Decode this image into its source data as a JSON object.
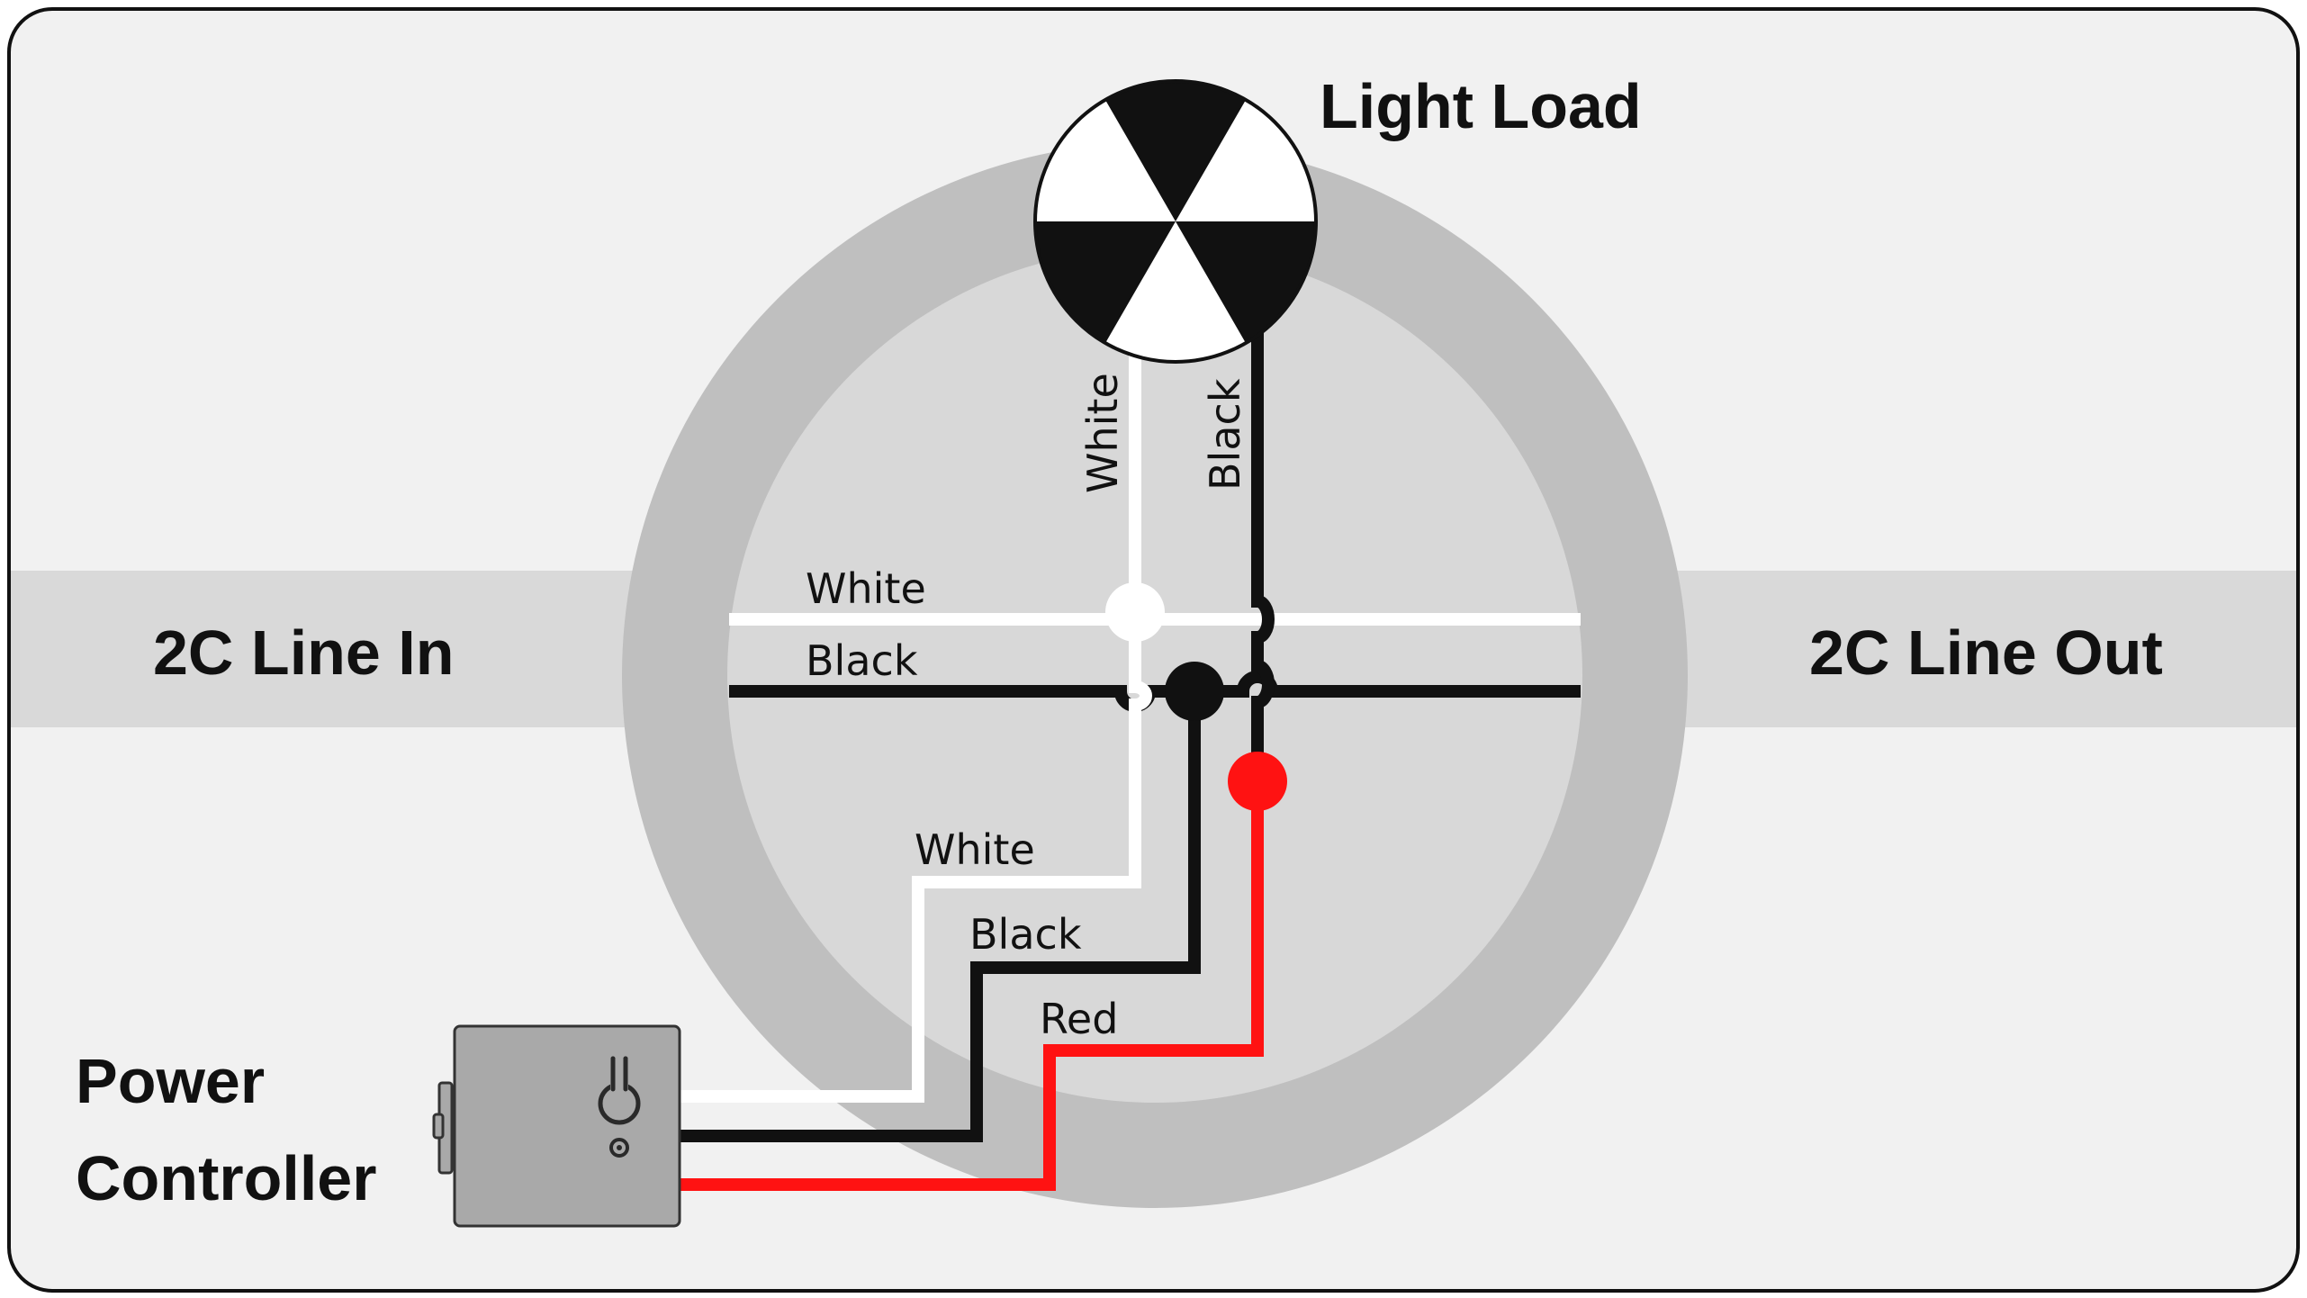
{
  "labels": {
    "light_load": "Light Load",
    "line_in": "2C Line In",
    "line_out": "2C Line Out",
    "power_line1": "Power",
    "power_line2": "Controller"
  },
  "wires": {
    "top_white": "White",
    "top_black": "Black",
    "main_white": "White",
    "main_black": "Black",
    "low_white": "White",
    "low_black": "Black",
    "low_red": "Red"
  },
  "colors": {
    "background": "#f1f1f1",
    "ring_outer": "#bfbfbf",
    "ring_inner": "#d8d8d8",
    "band": "#d9d9d9",
    "wire_black": "#111111",
    "wire_white": "#ffffff",
    "wire_red": "#ff1212",
    "controller": "#a9a9a9"
  },
  "icons": {
    "light_load": "light-load-icon",
    "controller": "power-controller-icon",
    "keyhole": "keyhole-icon"
  }
}
